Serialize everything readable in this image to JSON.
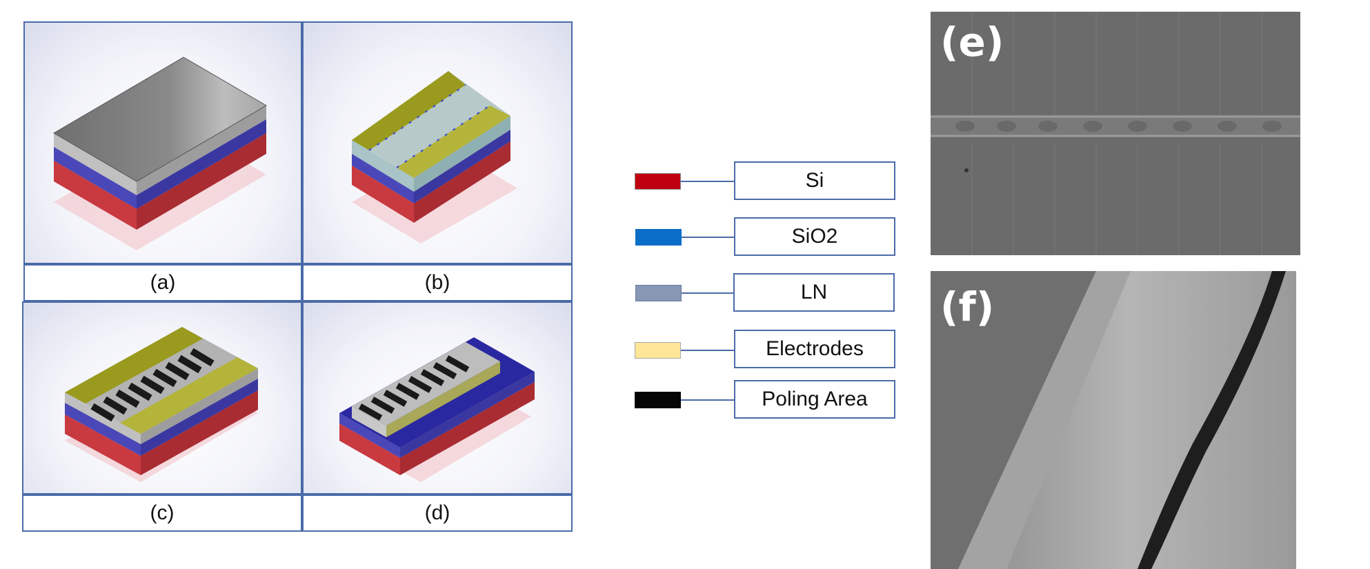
{
  "panels": {
    "a": "(a)",
    "b": "(b)",
    "c": "(c)",
    "d": "(d)",
    "e": "(e)",
    "f": "(f)"
  },
  "legend": [
    {
      "label": "Si",
      "color": "#c00010"
    },
    {
      "label": "SiO2",
      "color": "#0a6ec8"
    },
    {
      "label": "LN",
      "color": "#8797b4"
    },
    {
      "label": "Electrodes",
      "color": "#ffe699"
    },
    {
      "label": "Poling Area",
      "color": "#050505"
    }
  ]
}
